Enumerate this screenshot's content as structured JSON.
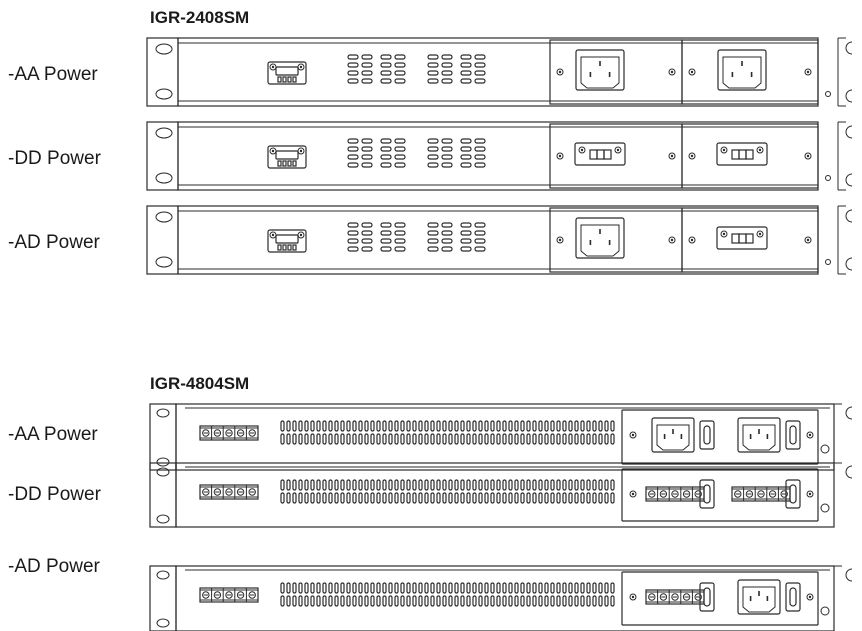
{
  "sections": [
    {
      "model": "IGR-2408SM",
      "units": [
        {
          "label": "-AA Power",
          "power_inputs": [
            "ac-inlet",
            "ac-inlet"
          ]
        },
        {
          "label": "-DD Power",
          "power_inputs": [
            "dc-terminal",
            "dc-terminal"
          ]
        },
        {
          "label": "-AD Power",
          "power_inputs": [
            "ac-inlet",
            "dc-terminal"
          ]
        }
      ]
    },
    {
      "model": "IGR-4804SM",
      "units": [
        {
          "label": "-AA Power",
          "power_inputs": [
            "ac-inlet",
            "ac-inlet"
          ]
        },
        {
          "label": "-DD Power",
          "power_inputs": [
            "dc-terminal-block",
            "dc-terminal-block"
          ]
        },
        {
          "label": "-AD Power",
          "power_inputs": [
            "dc-terminal-block",
            "ac-inlet"
          ]
        }
      ]
    }
  ],
  "colors": {
    "stroke": "#2b2b2b",
    "background": "#ffffff"
  }
}
